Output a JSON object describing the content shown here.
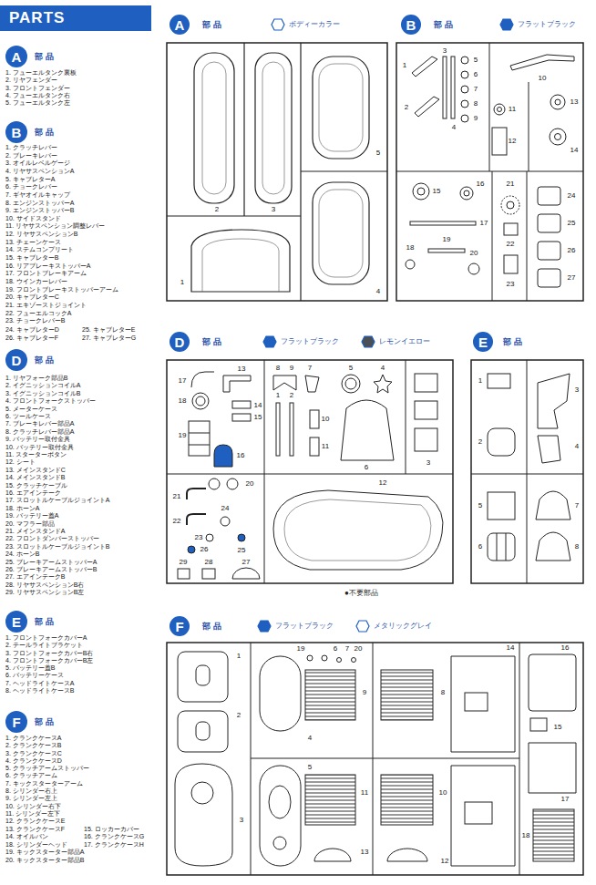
{
  "diagram": {
    "nodes": [
      {
        "text": [
          "A"
        ]
      },
      {
        "text": [
          "B"
        ]
      },
      {
        "text": [
          "D"
        ]
      },
      {
        "text": [
          "E"
        ]
      },
      {
        "text": [
          "F"
        ]
      },
      {
        "text": [
          "A"
        ]
      },
      {
        "text": [
          "B"
        ]
      },
      {
        "text": [
          "D"
        ]
      },
      {
        "text": [
          "E"
        ]
      },
      {
        "text": [
          "F"
        ]
      }
    ],
    "labels": [
      "PARTS",
      "部 品",
      "1. フューエルタンク裏板",
      "2. リヤフェンダー",
      "3. フロントフェンダー",
      "4. フューエルタンク右",
      "5. フューエルタンク左",
      "部 品",
      "1. クラッチレバー",
      "2. ブレーキレバー",
      "3. オイルレベルゲージ",
      "4. リヤサスペンションA",
      "5. キャブレターA",
      "6. チョークレバー",
      "7. ギヤオイルキャップ",
      "8. エンジンストッパーA",
      "9. エンジンストッパーB",
      "10. サイドスタンド",
      "11. リヤサスペンション調整レバー",
      "12. リヤサスペンションB",
      "13. チェーンケース",
      "14. ステムコンプリート",
      "15. キャブレターB",
      "16. リアブレーキストッパーA",
      "17. フロントブレーキアーム",
      "18. ウインカーレバー",
      "19. フロントブレーキストッパーアーム",
      "20. キャブレターC",
      "21. エキゾーストジョイント",
      "22. フューエルコックA",
      "23. チョークレバーB",
      "24. キャブレターD",
      "25. キャブレターE",
      "26. キャブレターF",
      "27. キャブレターG",
      "部 品",
      "1. リヤフォーク部品B",
      "2. イグニッションコイルA",
      "3. イグニッションコイルB",
      "4. フロントフォークストッパー",
      "5. メーターケース",
      "6. ツールケース",
      "7. ブレーキレバー部品A",
      "8. クラッチレバー部品A",
      "9. バッテリー取付金具",
      "10. バッテリー取付金具",
      "11. スターターボタン",
      "12. シート",
      "13. メインスタンドC",
      "14. メインスタンドB",
      "15. クラッチケーブル",
      "16. エアインテーク",
      "17. スロットルケーブルジョイントA",
      "18. ホーンA",
      "19. バッテリー蓋A",
      "20. マフラー部品",
      "21. メインスタンドA",
      "22. フロントダンパーストッパー",
      "23. スロットルケーブルジョイントB",
      "24. ホーンB",
      "25. ブレーキアームストッパーA",
      "26. ブレーキアームストッパーB",
      "27. エアインテークB",
      "28. リヤサスペンションB右",
      "29. リヤサスペンションB左",
      "部 品",
      "1. フロントフォークカバーA",
      "2. テールライトブラケット",
      "3. フロントフォークカバーB右",
      "4. フロントフォークカバーB左",
      "5. バッテリー蓋B",
      "6. バッテリーケース",
      "7. ヘッドライトケースA",
      "8. ヘッドライトケースB",
      "部 品",
      "1. クランクケースA",
      "2. クランクケースB",
      "3. クランクケースC",
      "4. クランクケースD",
      "5. クラッチアームストッパー",
      "6. クラッチアーム",
      "7. キックスターターアーム",
      "8. シリンダー右上",
      "9. シリンダー左上",
      "10. シリンダー右下",
      "11. シリンダー左下",
      "12. クランクケースE",
      "13. クランクケースF",
      "14. オイルパン",
      "15. ロッカーカバー",
      "16. クランクケースG",
      "17. クランクケースH",
      "18. シリンダーヘッド",
      "19. キックスターター部品A",
      "20. キックスターター部品B",
      "部 品",
      "1",
      "2",
      "3",
      "4",
      "5",
      "部 品",
      "1",
      "2",
      "3",
      "4",
      "5",
      "6",
      "7",
      "8",
      "9",
      "10",
      "11",
      "12",
      "13",
      "14",
      "15",
      "16",
      "17",
      "18",
      "19",
      "20",
      "21",
      "22",
      "23",
      "24",
      "25",
      "26",
      "27",
      "部 品",
      "1",
      "2",
      "3",
      "4",
      "5",
      "6",
      "7",
      "8",
      "9",
      "10",
      "11",
      "12",
      "13",
      "14",
      "15",
      "16",
      "17",
      "18",
      "19",
      "20",
      "21",
      "22",
      "23",
      "24",
      "25",
      "26",
      "27",
      "28",
      "29",
      "●不要部品",
      "部 品",
      "1",
      "2",
      "3",
      "4",
      "5",
      "6",
      "7",
      "8",
      "部 品",
      "1",
      "2",
      "3",
      "4",
      "5",
      "6",
      "7",
      "8",
      "9",
      "10",
      "11",
      "12",
      "13",
      "14",
      "15",
      "16",
      "17",
      "18",
      "19",
      "20"
    ],
    "legend": [
      {
        "text": "ボディーカラー",
        "color": "#ffffff"
      },
      {
        "text": "フラットブラック",
        "color": "#1f5fbf"
      },
      {
        "text": "フラットブラック",
        "color": "#1f5fbf"
      },
      {
        "text": "レモンイエロー",
        "color": "#4a4f57"
      },
      {
        "text": "フラットブラック",
        "color": "#1f5fbf"
      },
      {
        "text": "メタリックグレイ",
        "color": "#ffffff"
      }
    ]
  }
}
